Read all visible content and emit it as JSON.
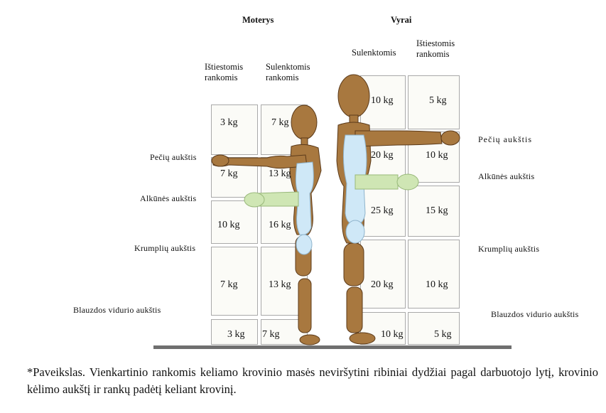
{
  "headers": {
    "women": "Moterys",
    "men": "Vyrai",
    "women_extended": "Ištiestomis rankomis",
    "women_extended_l1": "Ištiestomis",
    "women_extended_l2": "rankomis",
    "women_bent_l1": "Sulenktomis",
    "women_bent_l2": "rankomis",
    "men_bent": "Sulenktomis",
    "men_extended_l1": "Ištiestomis",
    "men_extended_l2": "rankomis"
  },
  "levels_left": {
    "shoulder": "Pečių aukštis",
    "elbow": "Alkūnės aukštis",
    "knuckle": "Krumplių aukštis",
    "shin": "Blauzdos vidurio aukštis"
  },
  "levels_right": {
    "shoulder": "Pečių aukštis",
    "elbow": "Alkūnės aukštis",
    "knuckle": "Krumplių aukštis",
    "shin": "Blauzdos vidurio aukštis"
  },
  "women": {
    "extended": [
      "3 kg",
      "7 kg",
      "10 kg",
      "7 kg",
      "3 kg"
    ],
    "bent": [
      "7 kg",
      "13 kg",
      "16 kg",
      "13 kg",
      "7 kg"
    ]
  },
  "men": {
    "bent": [
      "10 kg",
      "20 kg",
      "25 kg",
      "20 kg",
      "10 kg"
    ],
    "extended": [
      "5 kg",
      "10 kg",
      "15 kg",
      "10 kg",
      "5 kg"
    ]
  },
  "caption": "*Paveikslas. Vienkartinio rankomis keliamo krovinio masės neviršytini ribiniai dydžiai pagal darbuotojo lytį, krovinio kėlimo aukštį ir rankų padėtį keliant krovinį.",
  "colors": {
    "mannequin": "#a8783f",
    "outline": "#5b3a1a",
    "highlight_blue": "#cfe8f7",
    "highlight_green": "#cfe6b4",
    "floor": "#6f6f6f"
  }
}
